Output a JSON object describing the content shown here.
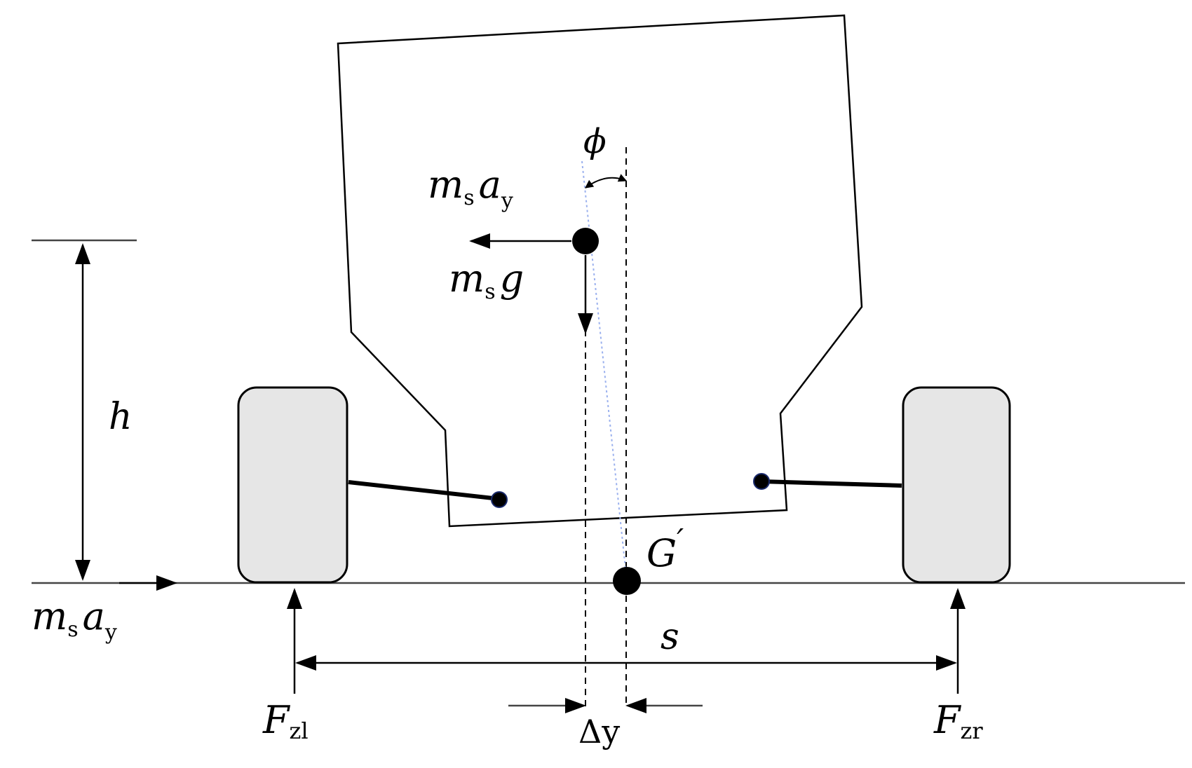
{
  "labels": {
    "phi": "ϕ",
    "force_m": "m",
    "force_s": "s",
    "force_a": "a",
    "force_y": "y",
    "gravity_g": "g",
    "height": "h",
    "track": "s",
    "roll_center": "G",
    "roll_center_prime": "′",
    "ground_m": "m",
    "ground_s": "s",
    "ground_a": "a",
    "ground_y": "y",
    "left_F": "F",
    "left_sub": "zl",
    "right_F": "F",
    "right_sub": "zr",
    "offset": "Δy"
  },
  "colors": {
    "line": "#000000",
    "tire_fill": "#e6e6e6",
    "dot_outline": "#1a2a6c",
    "rotated_axis": "#9ab0ee"
  }
}
